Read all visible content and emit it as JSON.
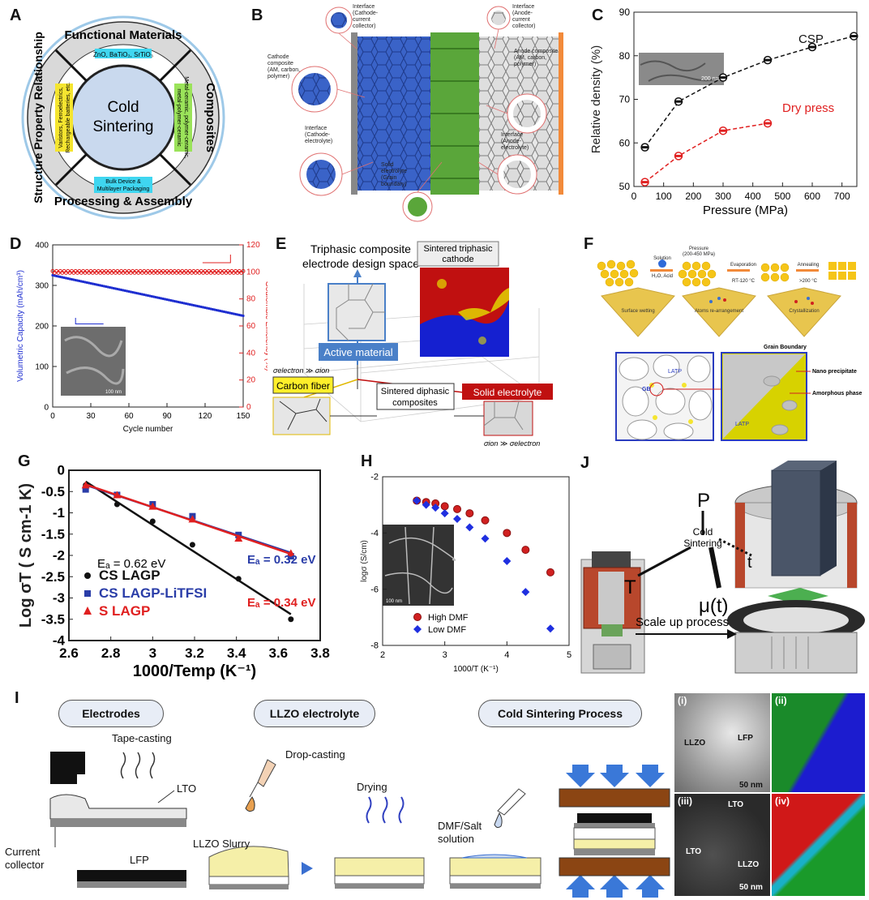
{
  "panels": {
    "A": {
      "letter": "A",
      "center": [
        "Cold",
        "Sintering"
      ],
      "sectors": [
        "Functional Materials",
        "Composites",
        "Processing & Assembly",
        "Structure Property Relationship"
      ],
      "tags": {
        "functional": "ZnO, BaTiO₃, SrTiO₃",
        "composites": [
          "Metal-ceramic, polymer-ceramic,",
          "metal-polymer-ceramic"
        ],
        "processing": [
          "Bulk Device &",
          "Multilayer Packaging"
        ],
        "structure": [
          "Varistors, Ferroelectrics,",
          "Rechargeable batteries, etc."
        ]
      }
    },
    "B": {
      "letter": "B",
      "labels": {
        "cathode_cc": [
          "Interface",
          "(Cathode-",
          "current",
          "collector)"
        ],
        "anode_cc": [
          "Interface",
          "(Anode-",
          "current",
          "collector)"
        ],
        "cathode_comp": [
          "Cathode",
          "composite",
          "(AM, carbon,",
          "polymer)"
        ],
        "anode_comp": [
          "Anode composite",
          "(AM, carbon,",
          "polymer)"
        ],
        "cathode_el": [
          "Interface",
          "(Cathode-",
          "electrolyte)"
        ],
        "anode_el": [
          "Interface",
          "(Anode-",
          "electrolyte)"
        ],
        "solid_el": [
          "Solid",
          "electrolyte",
          "(Grain",
          "boundary)"
        ]
      }
    },
    "C": {
      "letter": "C",
      "scale_bar": "200 nm",
      "chart_data": {
        "type": "scatter",
        "xlabel": "Pressure (MPa)",
        "ylabel": "Relative density (%)",
        "xlim": [
          0,
          750
        ],
        "ylim": [
          50,
          90
        ],
        "xticks": [
          0,
          100,
          200,
          300,
          400,
          500,
          600,
          700
        ],
        "yticks": [
          50,
          60,
          70,
          80,
          90
        ],
        "series": [
          {
            "name": "CSP",
            "color": "#111111",
            "x": [
              37,
              150,
              300,
              450,
              600,
              740
            ],
            "y": [
              59,
              69.5,
              75,
              79,
              82,
              84.5
            ]
          },
          {
            "name": "Dry press",
            "color": "#e02020",
            "x": [
              37,
              150,
              300,
              450
            ],
            "y": [
              51,
              57,
              62.8,
              64.5
            ]
          }
        ]
      }
    },
    "D": {
      "letter": "D",
      "scale_bar": "100 nm",
      "chart_data": {
        "type": "line",
        "xlabel": "Cycle number",
        "ylabel": "Volumetric Capacity (mAh/cm³)",
        "y2label": "Coulombic Efficiency (%)",
        "xlim": [
          0,
          150
        ],
        "ylim": [
          0,
          400
        ],
        "y2lim": [
          0,
          120
        ],
        "xticks": [
          0,
          30,
          60,
          90,
          120,
          150
        ],
        "yticks": [
          0,
          100,
          200,
          300,
          400
        ],
        "y2ticks": [
          0,
          20,
          40,
          60,
          80,
          100,
          120
        ],
        "series": [
          {
            "name": "Volumetric Capacity",
            "color": "#1f2fd0",
            "x": [
              0,
              30,
              60,
              90,
              120,
              150
            ],
            "y": [
              325,
              305,
              285,
              265,
              245,
              225
            ]
          },
          {
            "name": "Coulombic Efficiency",
            "color": "#e02020",
            "axis": "right",
            "x": [
              0,
              150
            ],
            "y": [
              100,
              100
            ]
          }
        ]
      }
    },
    "E": {
      "letter": "E",
      "title": [
        "Triphasic composite",
        "electrode design space"
      ],
      "sintered": [
        "Sintered triphasic",
        "cathode"
      ],
      "active": "Active material",
      "carbon": "Carbon fiber",
      "solid": "Solid electrolyte",
      "diphasic": [
        "Sintered diphasic",
        "composites"
      ],
      "sig_e": "σelectron ≫ σion",
      "sig_i": "σion ≫ σelectron"
    },
    "F": {
      "letter": "F",
      "steps": [
        "Solution",
        "Pressure",
        "(200-450 MPa)",
        "Evaporation",
        "RT-120 °C",
        "Annealing",
        ">200 °C"
      ],
      "solution_sub": "H₂O, Acid",
      "stages": [
        "Surface wetting",
        "Atoms re-arrangement",
        "Crystallization"
      ],
      "gb_title": "Grain Boundary",
      "latp": "LATP",
      "gb": "GB",
      "nano": "Nano precipitate",
      "amorph": "Amorphous phase"
    },
    "G": {
      "letter": "G",
      "chart_data": {
        "type": "scatter",
        "xlabel": "1000/Temp (K⁻¹)",
        "ylabel": "Log σT ( S cm-1 K)",
        "xlim": [
          2.6,
          3.8
        ],
        "ylim": [
          -4,
          0
        ],
        "xticks": [
          2.6,
          2.8,
          3.0,
          3.2,
          3.4,
          3.6,
          3.8
        ],
        "yticks": [
          0,
          -0.5,
          -1,
          -1.5,
          -2,
          -2.5,
          -3,
          -3.5,
          -4
        ],
        "xtick_labels": [
          "2.6",
          "2.8",
          "3",
          "3.2",
          "3.4",
          "3.6",
          "3.8"
        ],
        "ytick_labels": [
          "0",
          "-0.5",
          "-1",
          "-1.5",
          "-2",
          "-2.5",
          "-3",
          "-3.5",
          "-4"
        ],
        "series": [
          {
            "name": "CS LAGP",
            "color": "#111111",
            "x": [
              2.68,
              2.83,
              3.0,
              3.19,
              3.41,
              3.66
            ],
            "y": [
              -0.35,
              -0.8,
              -1.2,
              -1.75,
              -2.55,
              -3.5
            ]
          },
          {
            "name": "CS LAGP-LiTFSI",
            "color": "#2a3da8",
            "x": [
              2.68,
              2.83,
              3.0,
              3.19,
              3.41,
              3.66
            ],
            "y": [
              -0.45,
              -0.58,
              -0.8,
              -1.08,
              -1.52,
              -2.02
            ]
          },
          {
            "name": "S LAGP",
            "color": "#e02020",
            "x": [
              2.68,
              2.83,
              3.0,
              3.19,
              3.41,
              3.66
            ],
            "y": [
              -0.35,
              -0.58,
              -0.85,
              -1.15,
              -1.6,
              -1.95
            ]
          }
        ],
        "annotations": [
          "Eₐ = 0.62 eV",
          "Eₐ = 0.32 eV",
          "Eₐ = 0.34 eV"
        ]
      }
    },
    "H": {
      "letter": "H",
      "scale_bar": "100 nm",
      "chart_data": {
        "type": "scatter",
        "xlabel": "1000/T (K⁻¹)",
        "ylabel": "logσ (S/cm)",
        "xlim": [
          2,
          5
        ],
        "ylim": [
          -8,
          -2
        ],
        "xticks": [
          2,
          3,
          4,
          5
        ],
        "yticks": [
          -2,
          -4,
          -6,
          -8
        ],
        "series": [
          {
            "name": "High DMF",
            "color": "#d02020",
            "x": [
              2.55,
              2.7,
              2.85,
              3.0,
              3.2,
              3.4,
              3.65,
              4.0,
              4.3,
              4.7
            ],
            "y": [
              -2.85,
              -2.9,
              -2.95,
              -3.05,
              -3.15,
              -3.3,
              -3.55,
              -4.0,
              -4.6,
              -5.4
            ]
          },
          {
            "name": "Low DMF",
            "color": "#1f2fe0",
            "x": [
              2.55,
              2.7,
              2.85,
              3.0,
              3.2,
              3.4,
              3.65,
              4.0,
              4.3,
              4.7
            ],
            "y": [
              -2.85,
              -3.0,
              -3.1,
              -3.3,
              -3.5,
              -3.8,
              -4.2,
              -5.0,
              -6.1,
              -7.4
            ]
          }
        ]
      }
    },
    "J": {
      "letter": "J",
      "P": "P",
      "T": "T",
      "t": "t",
      "mu": "μ(t)",
      "center": [
        "Cold",
        "Sintering"
      ],
      "scale": "Scale up process"
    },
    "I": {
      "letter": "I",
      "headers": [
        "Electrodes",
        "LLZO electrolyte",
        "Cold Sintering Process"
      ],
      "tape": "Tape-casting",
      "lto": "LTO",
      "current": [
        "Current",
        "collector"
      ],
      "lfp": "LFP",
      "drop": "Drop-casting",
      "slurry": "LLZO Slurry",
      "drying": "Drying",
      "dmf": [
        "DMF/Salt",
        "solution"
      ],
      "em": [
        {
          "tag": "(i)",
          "labels": [
            "LLZO",
            "LFP"
          ],
          "bar": "50 nm"
        },
        {
          "tag": "(ii)",
          "labels": [],
          "bar": ""
        },
        {
          "tag": "(iii)",
          "labels": [
            "LTO",
            "LTO",
            "LLZO"
          ],
          "bar": "50 nm"
        },
        {
          "tag": "(iv)",
          "labels": [],
          "bar": ""
        }
      ]
    }
  }
}
